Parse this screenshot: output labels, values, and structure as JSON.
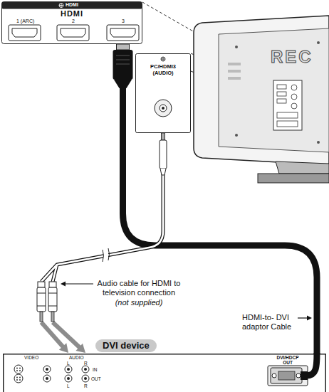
{
  "diagram": {
    "nodes": [
      {
        "text": [
          "HDMI",
          "HDMI",
          "1 (ARC)",
          "2",
          "3"
        ]
      },
      {
        "text": [
          "REC"
        ]
      },
      {
        "text": [
          "PC/HDMI3 (AUDIO)"
        ]
      },
      {
        "text": [
          "DVI device",
          "VIDEO",
          "AUDIO",
          "L",
          "R",
          "IN",
          "OUT",
          "L",
          "R",
          "DVI/HDCP OUT"
        ]
      }
    ],
    "edges": [
      {
        "from": 0,
        "to": 3,
        "arrow": "none"
      },
      {
        "from": 2,
        "to": 3,
        "arrow": "to"
      }
    ],
    "labels": [
      "Audio cable for HDMI to television connection",
      "(not supplied)",
      "HDMI-to- DVI adaptor Cable"
    ]
  }
}
